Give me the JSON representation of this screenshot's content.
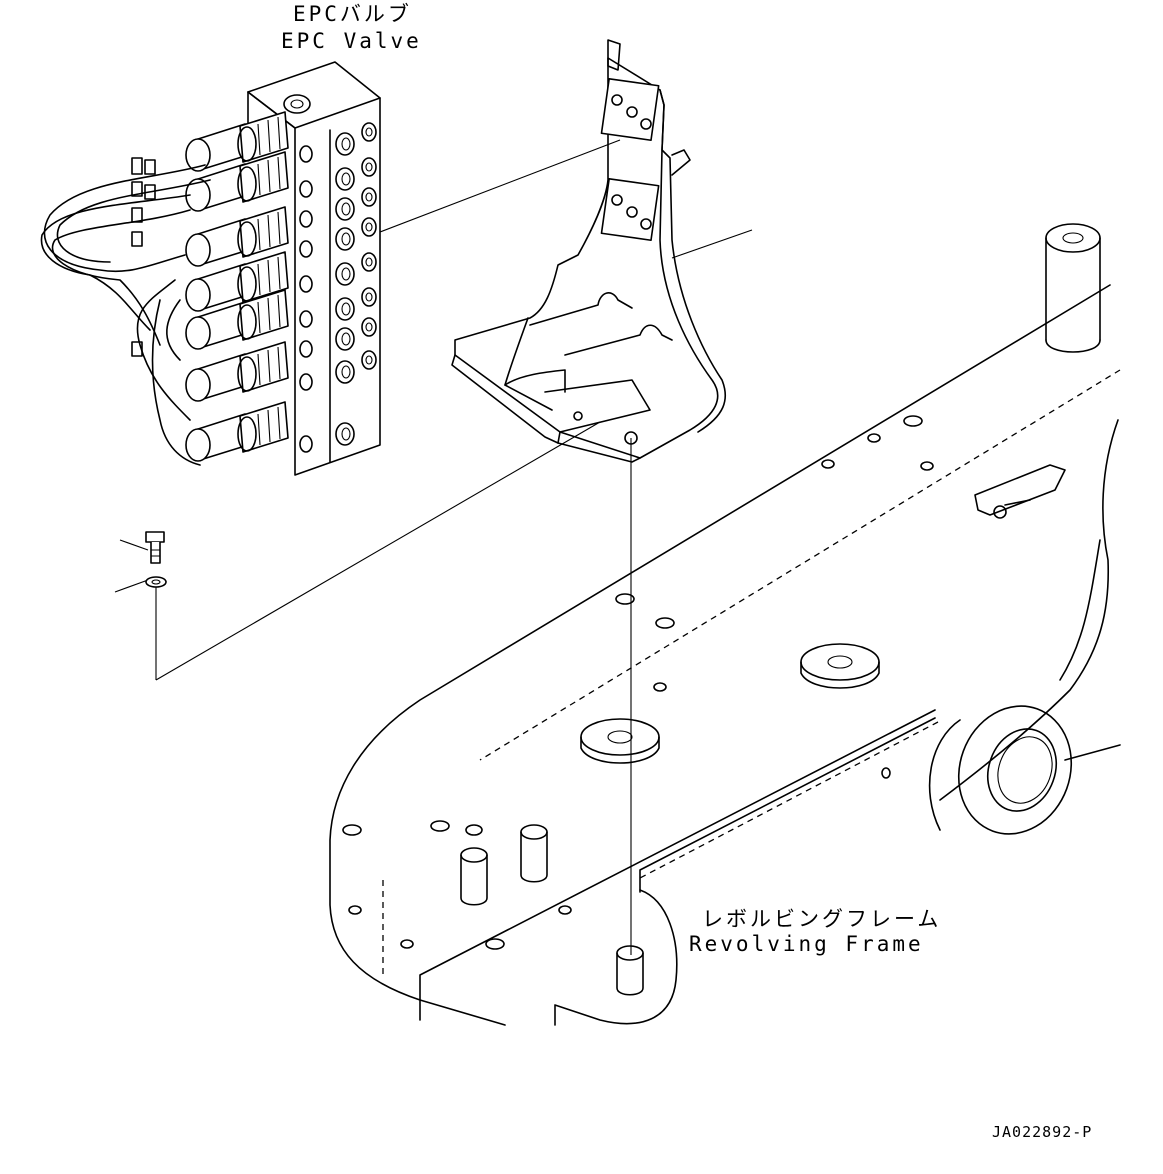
{
  "labels": {
    "epc_valve_jp": "EPCバルブ",
    "epc_valve_en": "EPC Valve",
    "frame_jp": "レボルビングフレーム",
    "frame_en": "Revolving Frame",
    "drawing_code": "JA022892-P"
  }
}
